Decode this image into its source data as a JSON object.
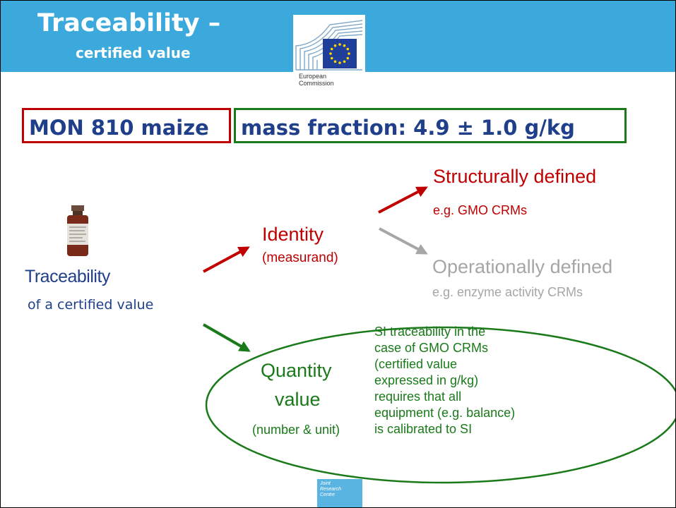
{
  "header": {
    "title": "Traceability –",
    "subtitle": "certified value"
  },
  "logo": {
    "line1": "European",
    "line2": "Commission"
  },
  "boxes": {
    "material": "MON 810 maize",
    "mass_fraction": "mass fraction: 4.9 ± 1.0 g/kg"
  },
  "traceability": {
    "title": "Traceability",
    "subtitle": "of a certified value"
  },
  "identity": {
    "title": "Identity",
    "subtitle": "(measurand)"
  },
  "structurally": {
    "title": "Structurally defined",
    "example": "e.g. GMO CRMs"
  },
  "operationally": {
    "title": "Operationally defined",
    "example": "e.g. enzyme activity CRMs"
  },
  "quantity": {
    "line1": "Quantity",
    "line2": "value",
    "subtitle": "(number & unit)"
  },
  "si_note": {
    "lines": [
      "SI traceability in the",
      "case of GMO CRMs",
      "(certified value",
      "expressed in g/kg)",
      "requires that all",
      "equipment (e.g. balance)",
      "is calibrated to SI"
    ]
  },
  "jrc": {
    "line1": "Joint",
    "line2": "Research",
    "line3": "Centre"
  },
  "colors": {
    "header_blue": "#3ba9dc",
    "title_blue": "#1f3f8a",
    "red": "#c00000",
    "green": "#1a7a1a",
    "grey": "#a6a6a6"
  }
}
